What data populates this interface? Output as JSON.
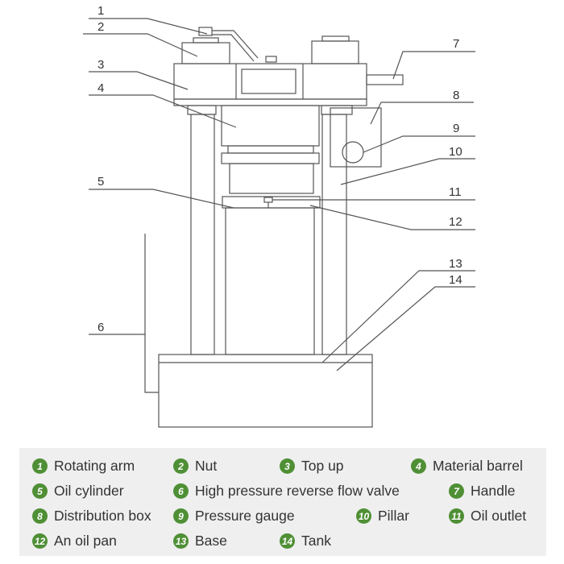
{
  "callouts": [
    "1",
    "2",
    "3",
    "4",
    "5",
    "6",
    "7",
    "8",
    "9",
    "10",
    "11",
    "12",
    "13",
    "14"
  ],
  "legend": [
    {
      "n": "1",
      "label": "Rotating arm"
    },
    {
      "n": "2",
      "label": "Nut"
    },
    {
      "n": "3",
      "label": "Top up"
    },
    {
      "n": "4",
      "label": "Material barrel"
    },
    {
      "n": "5",
      "label": "Oil cylinder"
    },
    {
      "n": "6",
      "label": "High pressure reverse flow valve"
    },
    {
      "n": "7",
      "label": "Handle"
    },
    {
      "n": "8",
      "label": "Distribution box"
    },
    {
      "n": "9",
      "label": "Pressure gauge"
    },
    {
      "n": "10",
      "label": "Pillar"
    },
    {
      "n": "11",
      "label": "Oil outlet"
    },
    {
      "n": "12",
      "label": "An oil pan"
    },
    {
      "n": "13",
      "label": "Base"
    },
    {
      "n": "14",
      "label": "Tank"
    }
  ],
  "colors": {
    "badge": "#4f8f35",
    "legend_bg": "#efefef",
    "line": "#555555"
  }
}
